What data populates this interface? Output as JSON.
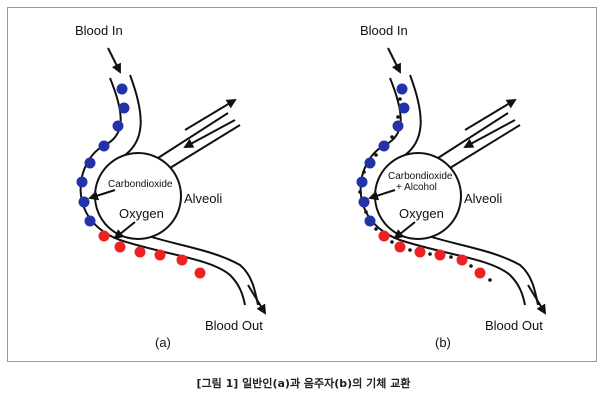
{
  "panels": [
    {
      "id": "a",
      "blood_in": "Blood In",
      "blood_out": "Blood Out",
      "alveoli": "Alveoli",
      "oxygen": "Oxygen",
      "exhaled_lines": [
        "Carbondioxide"
      ],
      "panel_label": "(a)"
    },
    {
      "id": "b",
      "blood_in": "Blood In",
      "blood_out": "Blood Out",
      "alveoli": "Alveoli",
      "oxygen": "Oxygen",
      "exhaled_lines": [
        "Carbondioxide",
        "+ Alcohol"
      ],
      "panel_label": "(b)"
    }
  ],
  "caption": "[그림 1] 일반인(a)과 음주자(b)의 기체 교환",
  "colors": {
    "deoxygenated_cell": "#2233aa",
    "oxygenated_cell": "#ee2222",
    "alcohol_dot": "#111111",
    "outline": "#111111"
  }
}
